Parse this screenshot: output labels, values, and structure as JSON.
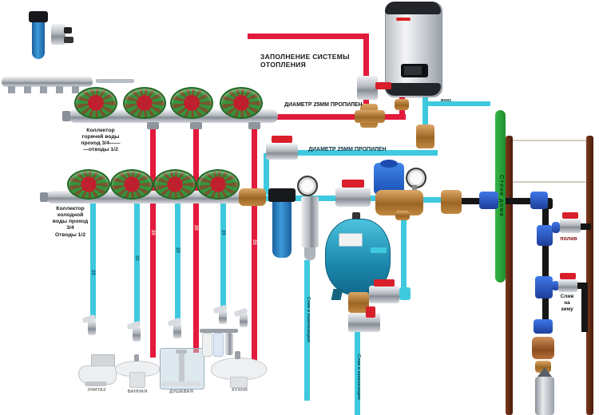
{
  "diagram": {
    "type": "plumbing-water-supply-scheme",
    "annotations": {
      "fill_heating": "ЗАПОЛНЕНИЕ СИСТЕМЫ ОТОПЛЕНИЯ",
      "pipe_diameter": "ДИАМЕТР 25ММ ПРОПИЛЕН",
      "hot_collector": "Коллектор\nгорячей воды\nпроход 3/4——\n—отводы 1/2",
      "cold_collector": "Коллектор\nхолодной\nводы проход\n3/4\nОтводы 1/2",
      "house_wall": "Стена дома",
      "garden_tap": "полив",
      "winter_drain": "Слив\nна\nзиму",
      "sewer_drain": "Слив в канализацию",
      "heater_note": "вниз",
      "pipe_size": "20"
    },
    "fixtures": [
      {
        "label": "УНИТАЗ"
      },
      {
        "label": "ВАННАЯ"
      },
      {
        "label": "ДУШЕВАЯ"
      },
      {
        "label": "КУХНЯ"
      }
    ],
    "colors": {
      "cold_pipe": "#3ec9de",
      "hot_pipe": "#e21a3c",
      "hdpe_pipe": "#161616",
      "wall_green": "#2fae3c",
      "well_casing_brown": "#5e2712",
      "brass": "#b07434",
      "compression_blue": "#2e62d6",
      "tank_blue": "#1f93b8"
    }
  }
}
